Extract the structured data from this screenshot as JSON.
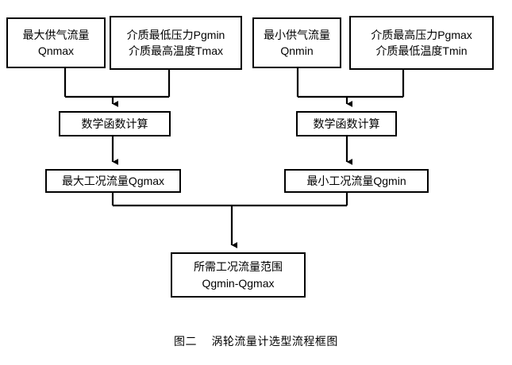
{
  "figure": {
    "caption_label": "图二",
    "caption_text": "涡轮流量计选型流程框图",
    "background_color": "#ffffff",
    "line_color": "#000000",
    "text_color": "#000000"
  },
  "nodes": {
    "qnmax": {
      "line1": "最大供气流量",
      "line2": "Qnmax"
    },
    "pgmin": {
      "line1": "介质最低压力Pgmin",
      "line2": "介质最高温度Tmax"
    },
    "qnmin": {
      "line1": "最小供气流量",
      "line2": "Qnmin"
    },
    "pgmax": {
      "line1": "介质最高压力Pgmax",
      "line2": "介质最低温度Tmin"
    },
    "calc_left": {
      "line1": "数学函数计算"
    },
    "calc_right": {
      "line1": "数学函数计算"
    },
    "qgmax": {
      "line1": "最大工况流量Qgmax"
    },
    "qgmin": {
      "line1": "最小工况流量Qgmin"
    },
    "range": {
      "line1": "所需工况流量范围",
      "line2": "Qgmin-Qgmax"
    }
  },
  "edges": [
    {
      "from": "qnmax",
      "to": "calc-left-junction",
      "type": "drop-to-bus"
    },
    {
      "from": "pgmin",
      "to": "calc-left-junction",
      "type": "drop-to-bus"
    },
    {
      "from": "calc-left-junction",
      "to": "calc_left",
      "type": "arrow-down"
    },
    {
      "from": "calc_left",
      "to": "qgmax",
      "type": "arrow-down"
    },
    {
      "from": "qnmin",
      "to": "calc-right-junction",
      "type": "drop-to-bus"
    },
    {
      "from": "pgmax",
      "to": "calc-right-junction",
      "type": "drop-to-bus"
    },
    {
      "from": "calc-right-junction",
      "to": "calc_right",
      "type": "arrow-down"
    },
    {
      "from": "calc_right",
      "to": "qgmin",
      "type": "arrow-down"
    },
    {
      "from": "qgmax",
      "to": "range-junction",
      "type": "drop-to-bus"
    },
    {
      "from": "qgmin",
      "to": "range-junction",
      "type": "drop-to-bus"
    },
    {
      "from": "range-junction",
      "to": "range",
      "type": "arrow-down"
    }
  ]
}
